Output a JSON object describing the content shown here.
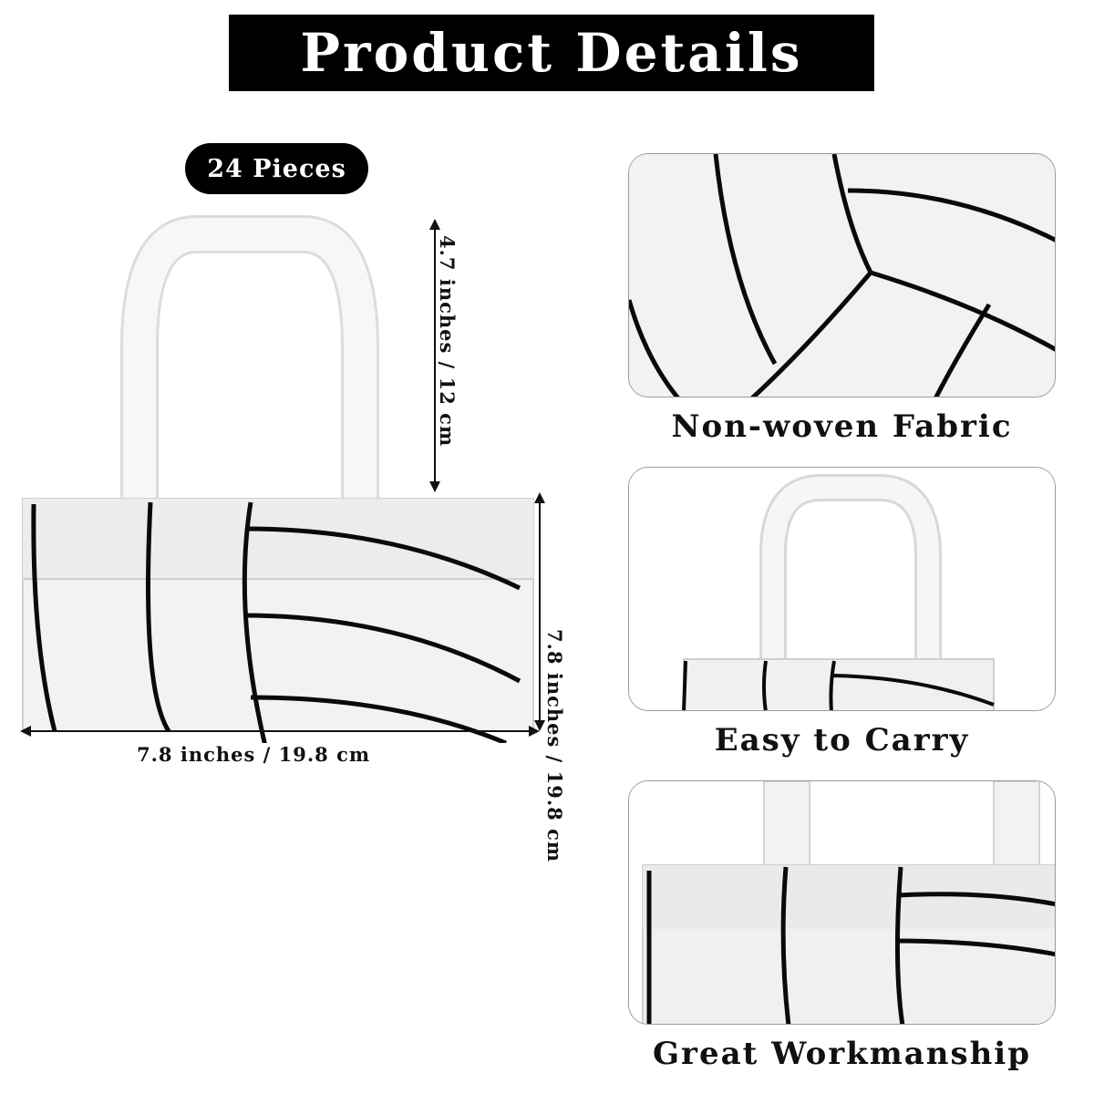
{
  "header": {
    "title": "Product Details"
  },
  "badge": {
    "pieces": "24 Pieces"
  },
  "dimensions": {
    "handle_height": "4.7 inches / 12 cm",
    "bag_height": "7.8 inches / 19.8 cm",
    "bag_width": "7.8 inches / 19.8 cm"
  },
  "features": [
    {
      "caption": "Non-woven Fabric"
    },
    {
      "caption": "Easy to Carry"
    },
    {
      "caption": "Great Workmanship"
    }
  ],
  "colors": {
    "banner": "#000000",
    "bag": "#f2f2f2",
    "lines": "#0a0a0a"
  }
}
